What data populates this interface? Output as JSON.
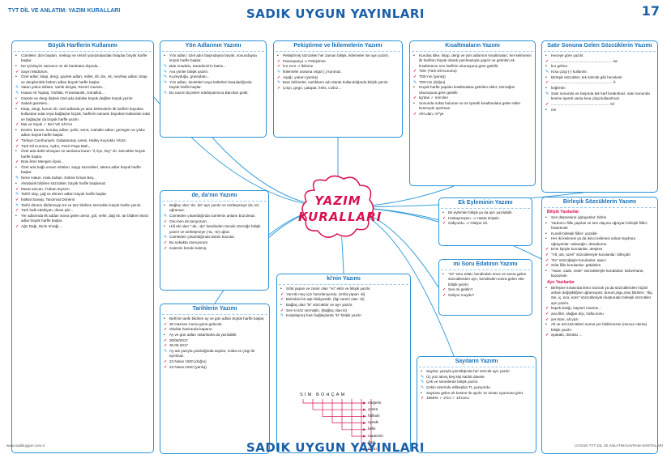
{
  "header": {
    "left": "TYT DİL VE ANLATIM: YAZIM KURALLARI",
    "title": "SADIK UYGUN YAYINLARI",
    "page": "17"
  },
  "footer": {
    "title": "SADIK UYGUN YAYINLARI",
    "left": "www.sadikuygun.com.tr",
    "right": "UYGUN TYT DİL VE ANLATIM KAVRAM HARİTALARI"
  },
  "center": {
    "line1": "YAZIM",
    "line2": "KURALLARI"
  },
  "boxes": [
    {
      "id": "buyuk",
      "title": "Büyük Harflerin Kullanımı",
      "items": [
        [
          "b",
          "Cümleler, dize başları, mektup ve resmî yazışmalardaki hitaplar büyük harfle başlar."
        ],
        [
          "b",
          "Ne içindeyim zamanın ne de büsbütün dışında..."
        ],
        [
          "c",
          "Sayın Müdürüm,"
        ],
        [
          "b",
          "Özel adlar; kitap, dergi, gazete adları; millet, dil, din, ırk, mezhep adları; kitap ve dergilerdeki bölüm adları büyük harfle başlar."
        ],
        [
          "s",
          "Vatan yahut Silistre, Varlık dergisi, Resmî Gazete..."
        ],
        [
          "s",
          "Hasan Ali Toptaş, Türklük, Protestanlık, Gönüllük..."
        ],
        [
          "b",
          "Gazete ve dergi ifadesi özel ada dahilse büyük değilse küçük yazılır."
        ],
        [
          "c",
          "Sabah gazetesi..."
        ],
        [
          "b",
          "Kitap, dergi, kurum vb. özel adlarda ye alan kelimelerin ilk harfleri büyükse kullanılan edat veya bağlaçlar küçük, harflerin tamamı büyükse kullanılan edat ve bağlaçlar da büyük harfle yazılır."
        ],
        [
          "c",
          "Mai ve Siyah        ✓ MAİ VE SİYAH"
        ],
        [
          "b",
          "Devlet, kurum, kuruluş adları; şehir, semt, mahalle adları; gezegen ve yıldız adları büyük harfle başlar."
        ],
        [
          "c",
          "Türkiye Cumhuriyeti, Galatasaray Lisesi, Halley Kuyruklu Yıldızı"
        ],
        [
          "c",
          "Türk Dil Kurumu, Aydın, Fevzi Paşa Mah..."
        ],
        [
          "b",
          "Özel ada dahil olmayan ve tamlama kuran \"il, ilçe, köy\" vb. sözcükler küçük harfle başlar."
        ],
        [
          "c",
          "Bolu ilinin Mengen ilçesi..."
        ],
        [
          "b",
          "Özel ada bağlı unvan sıfatları; saygı sözcükleri, takma adlar büyük harfle başlar."
        ],
        [
          "s",
          "Nene Hatun, Hala Sultan, Doktor Ersan Bey..."
        ],
        [
          "b",
          "Akrabalık bildiren sözcükler, büyük harfle başlamaz."
        ],
        [
          "c",
          "Murat amcan, Türkan teyzem"
        ],
        [
          "s",
          "Tarihî olay, çağ ve dönem adları büyük harfle başlar."
        ],
        [
          "c",
          "İstiklal Savaşı, Tanzimat Dönemi"
        ],
        [
          "s",
          "Tarihi dönem bildirmeyip tür ve tarz bildiren sözcükler küçük harfle yazılır."
        ],
        [
          "c",
          "Türk halk edebiyatı, divan şiiri..."
        ],
        [
          "b",
          "Yer adlarında ilk addan sonra gelen deniz, göl, nehir, dağ vb. tür bildiren ikinci adlar büyük harfle başlar."
        ],
        [
          "c",
          "Ağrı Dağı, Dicle Irmağı..."
        ]
      ]
    },
    {
      "id": "yon",
      "title": "Yön Adlarının Yazımı",
      "items": [
        [
          "b",
          "Yön adları; özel adın başındaysa büyük, sonundaysa küçük harfle başlar."
        ],
        [
          "s",
          "Batı Anadolu, Karadeniz'in batısı..."
        ],
        [
          "s",
          "Ara yönler bitişik yazılır."
        ],
        [
          "s",
          "Kuzeydoğu, güneybatı..."
        ],
        [
          "s",
          "Yön adları, devletleri veya kültürleri karşıladığında büyük harfle başlar."
        ],
        [
          "s",
          "Bu nazım biçimleri edebiyatımıza Batı'dan geldi."
        ]
      ]
    },
    {
      "id": "pekistirme",
      "title": "Pekiştirme ve İkilemelerin Yazımı",
      "items": [
        [
          "b",
          "Pekiştirmiş sözcükler her zaman bitişik, ikilemeler ise ayrı yazılır."
        ],
        [
          "c",
          "Paramparça ⇒ Pekiştirme"
        ],
        [
          "c",
          "İvır zıvır ⇒ İkileme"
        ],
        [
          "s",
          "İkilemeler arasına virgül (,) konmaz."
        ],
        [
          "c",
          "Aşağı, yukarı (yanlış)"
        ],
        [
          "s",
          "Bazı kelimeler, varlıkların adı olarak kullanıldığında bitişik yazılır."
        ],
        [
          "c",
          "Çıtçıt, gırgır, çatapat, fısfıs, cızbız..."
        ]
      ]
    },
    {
      "id": "kisaltma",
      "title": "Kısaltmaların Yazımı",
      "items": [
        [
          "b",
          "Kuruluş ülke, kitap, dergi ve yön adlarının kısaltmaları; her kelimenin ilk harfinin büyük olarak yazılmasıyla yapılır ve getirilen ek kısaltmanın son harfinin okunuşuna göre getirilir."
        ],
        [
          "c",
          "TDK (Türk Dil Kurumu)"
        ],
        [
          "c",
          "TDK'nın (yanlış)"
        ],
        [
          "s",
          "TDK'nin (doğru)"
        ],
        [
          "b",
          "Küçük harfle yapılan kısaltmalara getirilen ekler, sözcüğün okunuşuna göre getirilir."
        ],
        [
          "c",
          "kg'dan        ✓ mm'den"
        ],
        [
          "b",
          "Sonunda nokta bulunan ve üs işaretli kısaltmalara gelen ekler kesmeyle ayrılmaz."
        ],
        [
          "c",
          "Alm.dan, m²'ye"
        ]
      ]
    },
    {
      "id": "satir",
      "title": "Satır Sonuna Gelen Sözcüklerin Yazımı",
      "items": [
        [
          "b",
          "Heceye göre yazılır."
        ],
        [
          "c",
          "........................................................... sa-"
        ],
        [
          "b",
          "kın gelme."
        ],
        [
          "s",
          "Kısa çizgi (-) kullanılır."
        ],
        [
          "b",
          "Birleşik sözcükler, tek sözcük gibi hecelenir."
        ],
        [
          "c",
          "........................................................... il-"
        ],
        [
          "b",
          "köğretim"
        ],
        [
          "s",
          "Satır sonunda ve başında tek harf bırakılmaz, satır sonunda kesme işareti varsa kısa çizgi kullanılmaz."
        ],
        [
          "c",
          "........................................................ Ali'"
        ],
        [
          "b",
          "nin"
        ]
      ]
    },
    {
      "id": "de",
      "title": "de, da'nın Yazımı",
      "items": [
        [
          "b",
          "Bağlaç olan \"de, da\" ayrı yazılır ve sertleşmeye (ta, te) uğramaz."
        ],
        [
          "s",
          "Cümleden çıkarıldığında cümlenin anlamı bozulmaz."
        ],
        [
          "c",
          "Onu ben de tanıyorum."
        ],
        [
          "b",
          "Hâl eki olan \"-de, -da\" kendinden önceki sözcüğe bitişik yazılır ve sertleşmeye (-ta, -te) uğrar."
        ],
        [
          "s",
          "Cümleden çıkarıldığında anlam bozulur."
        ],
        [
          "c",
          "Bu sokakta oturuyorum."
        ],
        [
          "c",
          "Kalemin bende kalmış."
        ]
      ]
    },
    {
      "id": "ekeylem",
      "title": "Ek Eyleminin Yazımı",
      "items": [
        [
          "b",
          "Ek eylemler bitişik ya da ayrı yazılabilir."
        ],
        [
          "c",
          "Hastaymışsın.  ⇒ Hasta imişsin."
        ],
        [
          "c",
          "Gidiyordu.       ⇒ Gidiyor idi."
        ]
      ]
    },
    {
      "id": "mi",
      "title": "mi Soru Edatının Yazımı",
      "items": [
        [
          "b",
          "\"mi\" soru edatı; kendinden önce ve sonra gelen sözcüklerden ayrı, kendinden sonra gelen eke bitişik yazılır."
        ],
        [
          "c",
          "Sen mi geldin?"
        ],
        [
          "c",
          "Geliyor muydu?"
        ]
      ]
    },
    {
      "id": "birlesik",
      "title": "Birleşik Sözcüklerin Yazımı",
      "items": [
        [
          "h",
          "Bitişik Yazılanlar"
        ],
        [
          "b",
          "Ses düşmesine uğrayanlar: birbin"
        ],
        [
          "b",
          "Yardımcı fiille yapılan ve ses olayına uğrayan birleşik fiiller: hissetmek"
        ],
        [
          "b",
          "Kurallı birleşik fiiller: yazabil-"
        ],
        [
          "b",
          "Her iki kelimesi ya da ikinci kelimesi anlam kaybına uğrayanlar: aslanağzı, danaburnu"
        ],
        [
          "c",
          "Emir kipiyle kurulanlar: ateşkes"
        ],
        [
          "c",
          "\"Alt, üst, üzeri\" sözcükleriyle kurulanlar: bilinçaltı"
        ],
        [
          "c",
          "\"Ev\" sözcüğüyle kurulanlar: aşevi"
        ],
        [
          "c",
          "Sıfat fiille kurulanlar: gökdelen"
        ],
        [
          "b",
          "\"Hane, zade, zede\" sözcükleriyle kurulanlar: kahvehane, kazazede"
        ],
        [
          "h",
          "Ayrı Yazılanlar"
        ],
        [
          "b",
          "Birleşme sırasında ikinci sözcük ya da sözcüklerden hiçbiri anlam değişikliğine uğramayan; durum,olgu,oluş bildiren; \"diş, öte, iç, sıra, küre\" sözcükleriyle oluşturulan birleşik sözcükler ayrı yazılır."
        ],
        [
          "c",
          "köpek balığı, kayseri mantısı..."
        ],
        [
          "c",
          "ana fikir, olağan dışı, hafta sonu"
        ],
        [
          "c",
          "yer küre, alt yazı"
        ],
        [
          "b",
          "Alt ve üst sözcükleri somut yer bildirmezse (mecaz olursa) bitişik yazılır."
        ],
        [
          "c",
          "ayakaltı, dizüstü ..."
        ]
      ]
    },
    {
      "id": "ki",
      "title": "ki'nin Yazımı",
      "items": [
        [
          "b",
          "Sıfat yapan ve zamir olan \"-ki\" ektir ve bitişik yazılır."
        ],
        [
          "c",
          "Yarınki maç için hazırlanıyordu. (Sıfat yapan -ki)"
        ],
        [
          "c",
          "Bizimkisi bir aşk hikâyesidir. (İlgi zamiri olan -ki)"
        ],
        [
          "b",
          "Bağlaç olan \"ki\" sözcüktür ve ayrı yazılır."
        ],
        [
          "c",
          "Sen ki söz vermiştin. (Bağlaç olan ki)"
        ],
        [
          "s",
          "Kalıplaşmış bazı bağlaçlarda \"ki\" bitişik yazılır."
        ]
      ]
    },
    {
      "id": "tarih",
      "title": "Tarihlerin Yazımı",
      "items": [
        [
          "b",
          "Belli bir tarihi bildiren ay ve gün adları büyük harfle başlar."
        ],
        [
          "c",
          "30 Haziran Cuma günü gelecek."
        ],
        [
          "c",
          "Okullar haziranda kapanır."
        ],
        [
          "b",
          "Ay ve gün adları rakamlarla da yazılabilir."
        ],
        [
          "c",
          "30/06/2017"
        ],
        [
          "c",
          "30.06.2017"
        ],
        [
          "s",
          "Ay adı yazıyla yazıldığında sayılar, nokta ve çizgi ile ayrılmaz."
        ],
        [
          "c",
          "23 Nisan 1920 (doğru)"
        ],
        [
          "c",
          "23 Nisan.1920 (yanlış)"
        ]
      ]
    },
    {
      "id": "sayi",
      "title": "Sayıların Yazımı",
      "items": [
        [
          "b",
          "Sayılar, yazıyla yazıldığında her sözcük ayrı yazılır."
        ],
        [
          "s",
          "Üç yüz atmış beş kişi katıldı davete."
        ],
        [
          "s",
          "Çek ve senetlerde bitişik yazılır."
        ],
        [
          "s",
          "Çekin üzerinde ellibeşbin TL yazıyordu."
        ],
        [
          "b",
          "Sayılara gelen ek kesme ile ayrılır ve ünsüz uyumuna girer."
        ],
        [
          "c",
          "1965'te     ✓ 2'nci     ✓ 10'uncu"
        ]
      ]
    }
  ],
  "tree": {
    "root": "SİM BOHÇAM",
    "words": [
      "meğerki",
      "çünkü",
      "hâlbuki",
      "oysaki",
      "belki",
      "mademki",
      "illaki",
      "sanki"
    ]
  }
}
